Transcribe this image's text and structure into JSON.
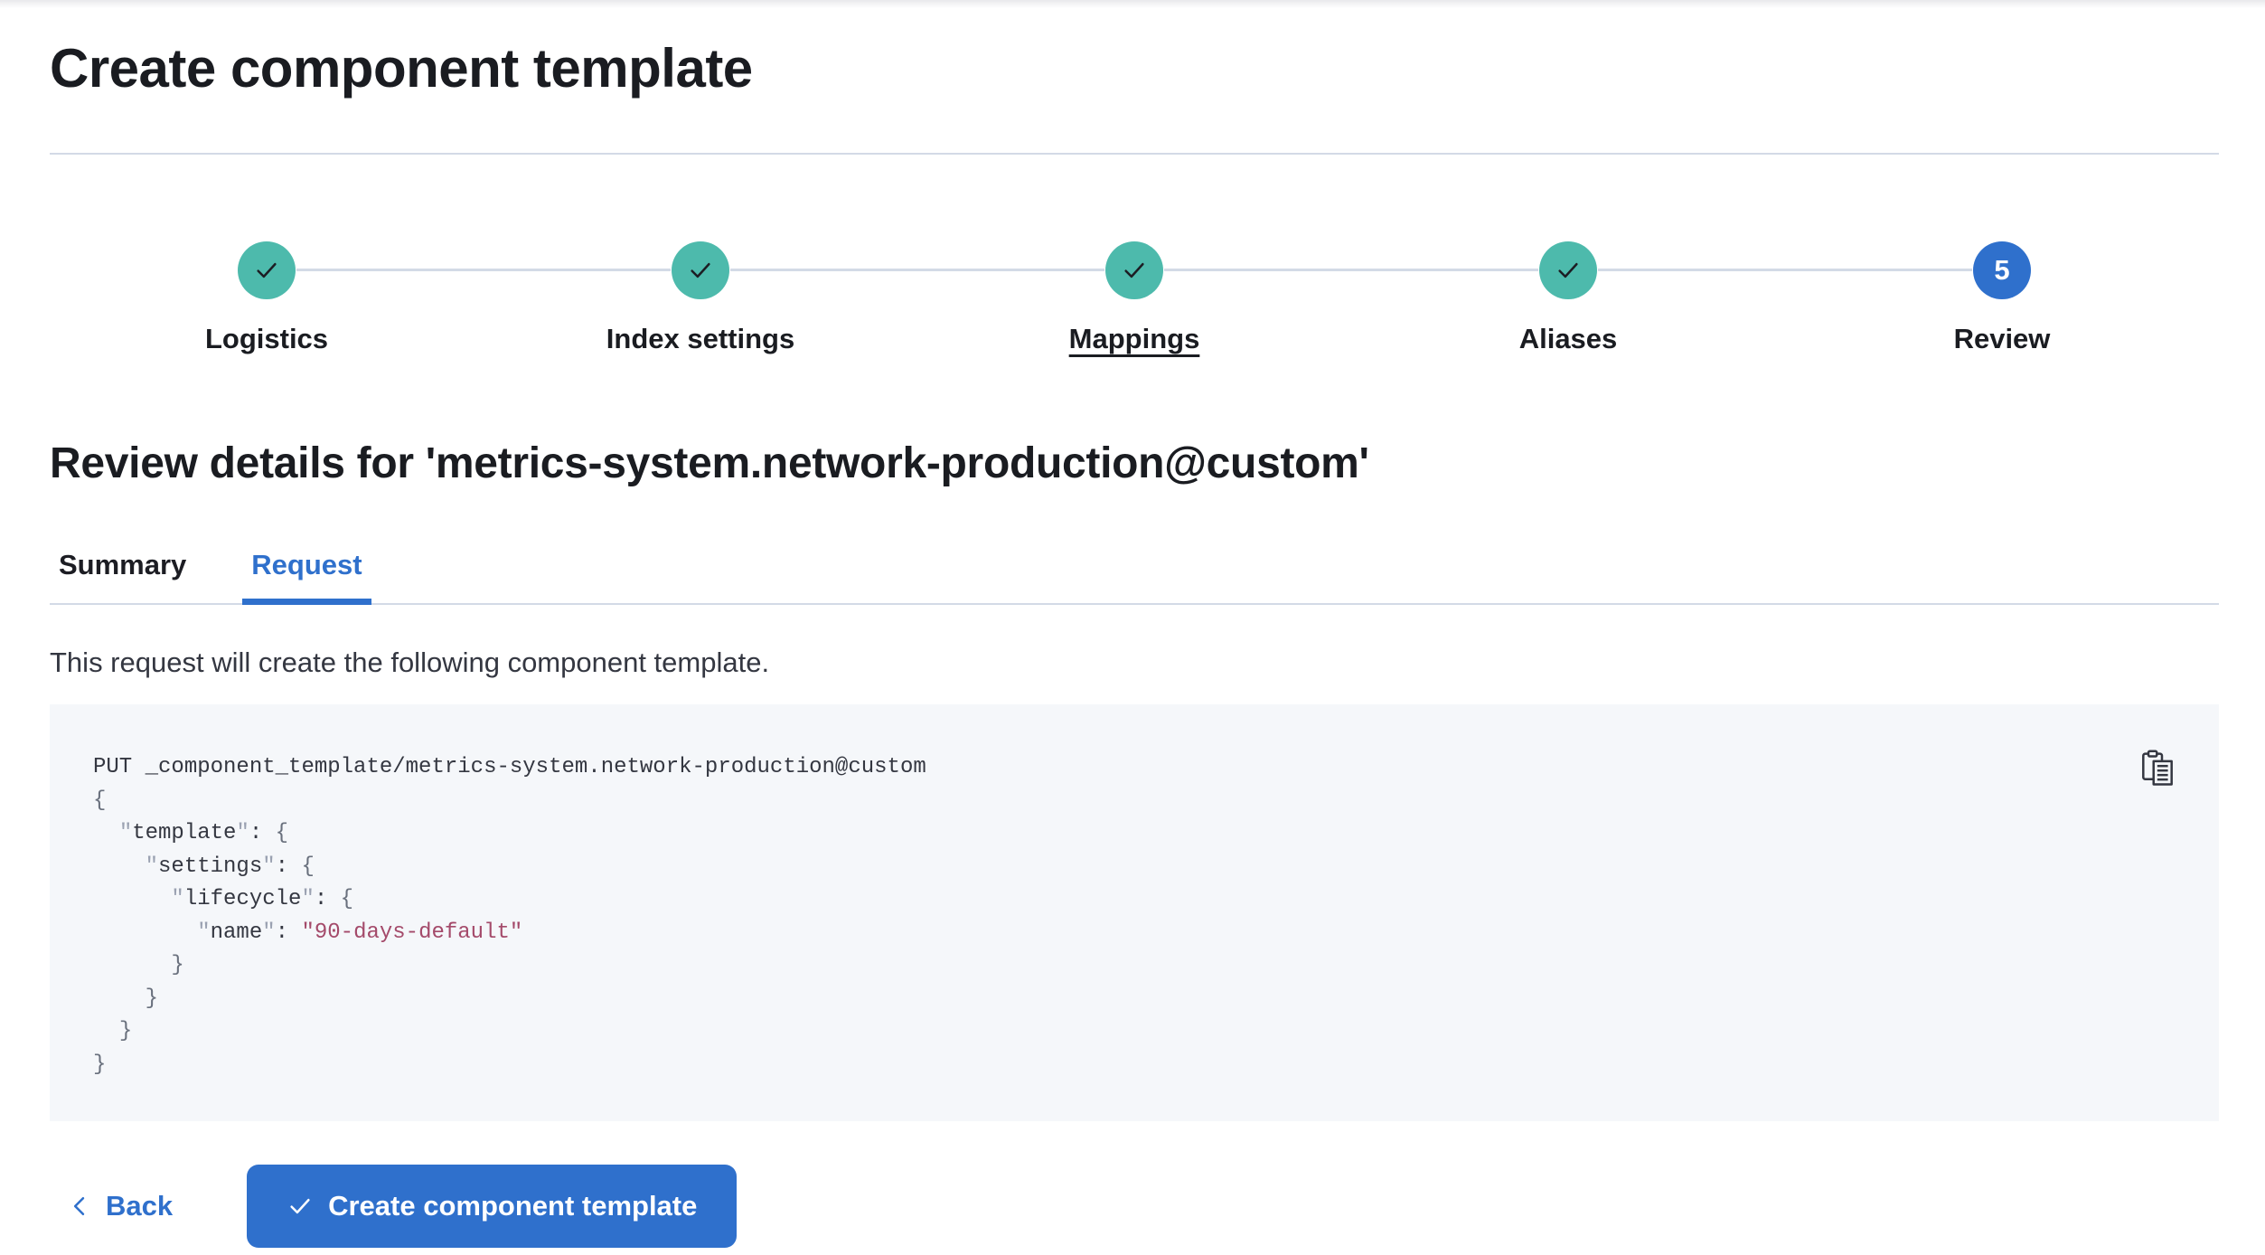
{
  "page": {
    "title": "Create component template"
  },
  "stepper": {
    "steps": [
      {
        "label": "Logistics",
        "state": "complete",
        "icon": "check"
      },
      {
        "label": "Index settings",
        "state": "complete",
        "icon": "check"
      },
      {
        "label": "Mappings",
        "state": "complete",
        "icon": "check",
        "underlined": true
      },
      {
        "label": "Aliases",
        "state": "complete",
        "icon": "check"
      },
      {
        "label": "Review",
        "state": "current",
        "number": "5"
      }
    ]
  },
  "review": {
    "heading": "Review details for 'metrics-system.network-production@custom'",
    "tabs": [
      {
        "label": "Summary",
        "active": false
      },
      {
        "label": "Request",
        "active": true
      }
    ],
    "description": "This request will create the following component template."
  },
  "code": {
    "copy_icon": "copy-clipboard",
    "lines": [
      [
        [
          "t",
          "PUT _component_template/metrics-system.network-production@custom"
        ]
      ],
      [
        [
          "p",
          "{"
        ]
      ],
      [
        [
          "w",
          "  "
        ],
        [
          "q",
          "\""
        ],
        [
          "k",
          "template"
        ],
        [
          "q",
          "\""
        ],
        [
          "d",
          ": "
        ],
        [
          "p",
          "{"
        ]
      ],
      [
        [
          "w",
          "    "
        ],
        [
          "q",
          "\""
        ],
        [
          "k",
          "settings"
        ],
        [
          "q",
          "\""
        ],
        [
          "d",
          ": "
        ],
        [
          "p",
          "{"
        ]
      ],
      [
        [
          "w",
          "      "
        ],
        [
          "q",
          "\""
        ],
        [
          "k",
          "lifecycle"
        ],
        [
          "q",
          "\""
        ],
        [
          "d",
          ": "
        ],
        [
          "p",
          "{"
        ]
      ],
      [
        [
          "w",
          "        "
        ],
        [
          "q",
          "\""
        ],
        [
          "k",
          "name"
        ],
        [
          "q",
          "\""
        ],
        [
          "d",
          ": "
        ],
        [
          "s",
          "\"90-days-default\""
        ]
      ],
      [
        [
          "w",
          "      "
        ],
        [
          "p",
          "}"
        ]
      ],
      [
        [
          "w",
          "    "
        ],
        [
          "p",
          "}"
        ]
      ],
      [
        [
          "w",
          "  "
        ],
        [
          "p",
          "}"
        ]
      ],
      [
        [
          "p",
          "}"
        ]
      ]
    ]
  },
  "footer": {
    "back_label": "Back",
    "create_label": "Create component template"
  },
  "colors": {
    "accent": "#2F70CC",
    "success": "#4DBAAC",
    "divider": "#D3DAE6",
    "code_bg": "#F5F7FA",
    "string": "#A44A6A"
  }
}
